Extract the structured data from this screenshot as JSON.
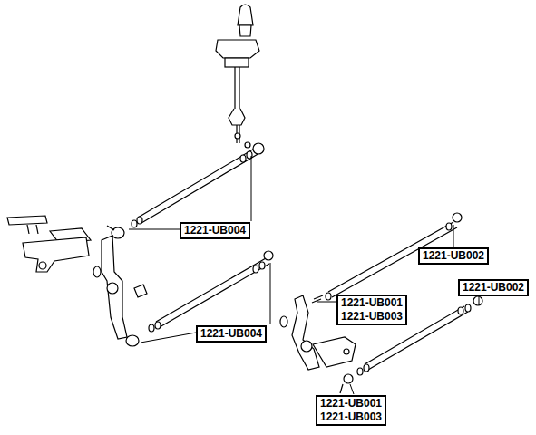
{
  "diagram": {
    "nodes": [
      {
        "text": [
          "1221-UB004"
        ]
      },
      {
        "text": [
          "1221-UB002"
        ]
      },
      {
        "text": [
          "1221-UB002"
        ]
      },
      {
        "text": [
          "1221-UB001",
          "1221-UB003"
        ]
      },
      {
        "text": [
          "1221-UB004"
        ]
      },
      {
        "text": [
          "1221-UB001",
          "1221-UB003"
        ]
      }
    ]
  }
}
